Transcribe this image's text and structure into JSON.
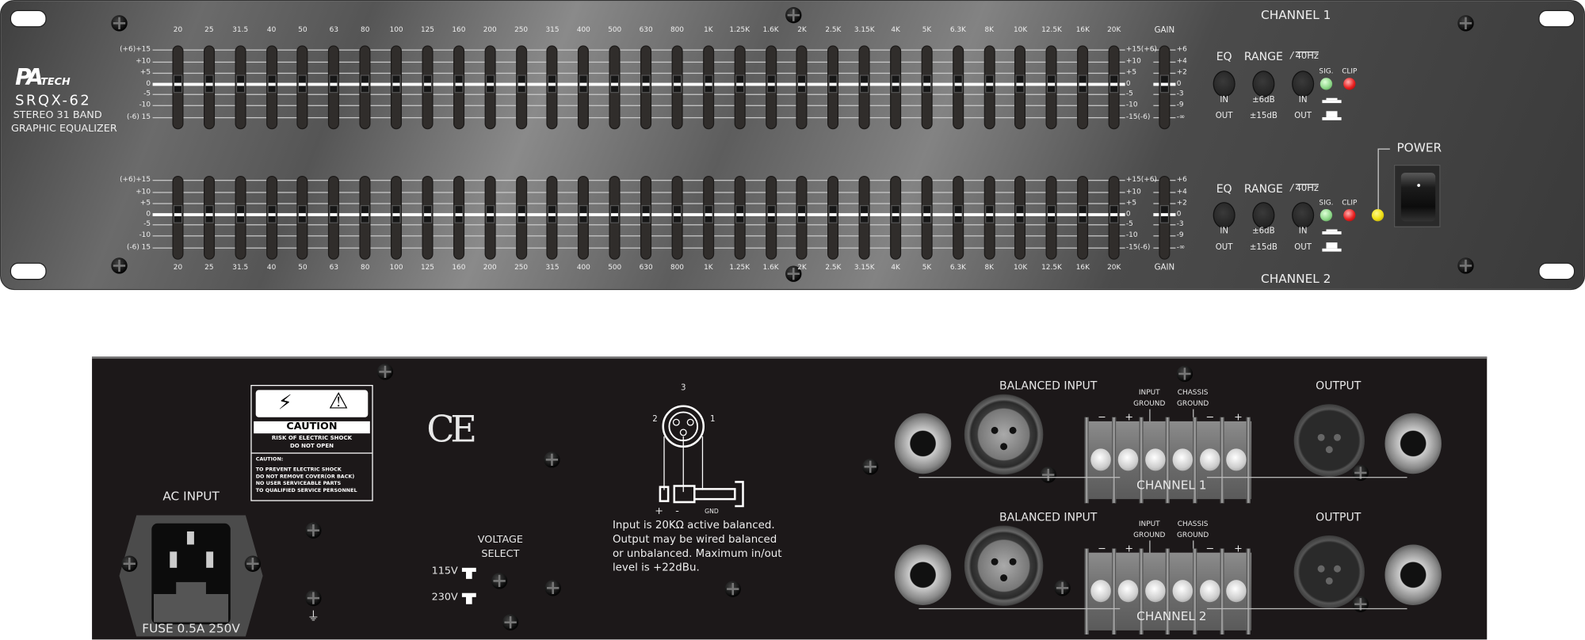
{
  "front": {
    "logo": {
      "main": "PA",
      "sub": "TECH"
    },
    "model": "SRQX-62",
    "description_line1": "STEREO 31 BAND",
    "description_line2": "GRAPHIC EQUALIZER",
    "frequencies": [
      "20",
      "25",
      "31.5",
      "40",
      "50",
      "63",
      "80",
      "100",
      "125",
      "160",
      "200",
      "250",
      "315",
      "400",
      "500",
      "630",
      "800",
      "1K",
      "1.25K",
      "1.6K",
      "2K",
      "2.5K",
      "3.15K",
      "4K",
      "5K",
      "6.3K",
      "8K",
      "10K",
      "12.5K",
      "16K",
      "20K"
    ],
    "scale_left": [
      "(+6)+15",
      "+10",
      "+5",
      "0",
      "-5",
      "-10",
      "(-6) 15"
    ],
    "scale_right": [
      "+15(+6)",
      "+10",
      "+5",
      "0",
      "-5",
      "-10",
      "-15(-6)"
    ],
    "gain_scale": [
      "+6",
      "+4",
      "+2",
      "0",
      "-3",
      "-9",
      "-∞"
    ],
    "gain_label": "GAIN",
    "controls": {
      "eq": "EQ",
      "range": "RANGE",
      "hp": "40Hz",
      "sig": "SIG.",
      "clip": "CLIP",
      "in": "IN",
      "out": "OUT",
      "range_low": "±6dB",
      "range_high": "±15dB"
    },
    "channels": [
      {
        "label": "CHANNEL 1",
        "band_values_db": [
          0,
          0,
          0,
          0,
          0,
          0,
          0,
          0,
          0,
          0,
          0,
          0,
          0,
          0,
          0,
          0,
          0,
          0,
          0,
          0,
          0,
          0,
          0,
          0,
          0,
          0,
          0,
          0,
          0,
          0,
          0
        ],
        "gain_db": 0
      },
      {
        "label": "CHANNEL 2",
        "band_values_db": [
          0,
          0,
          0,
          0,
          0,
          0,
          0,
          0,
          0,
          0,
          0,
          0,
          0,
          0,
          0,
          0,
          0,
          0,
          0,
          0,
          0,
          0,
          0,
          0,
          0,
          0,
          0,
          0,
          0,
          0,
          0
        ],
        "gain_db": 0
      }
    ],
    "power_label": "POWER",
    "colors": {
      "sig": "#8fd88a",
      "clip": "#e82020",
      "power_led": "#f2e21a"
    }
  },
  "rear": {
    "caution": {
      "title": "CAUTION",
      "line1": "RISK OF ELECTRIC SHOCK",
      "line2": "DO NOT OPEN",
      "sub_title": "CAUTION:",
      "lines": [
        "TO PREVENT ELECTRIC SHOCK",
        "DO NOT REMOVE COVER(OR BACK)",
        "NO USER SERVICEABLE PARTS",
        "TO QUALIFIED SERVICE PERSONNEL"
      ]
    },
    "ce_mark": "CE",
    "ac_input": "AC INPUT",
    "fuse": "FUSE 0.5A 250V",
    "voltage_select": [
      "VOLTAGE",
      "SELECT"
    ],
    "voltages": [
      "115V",
      "230V"
    ],
    "xlr_pins": [
      "3",
      "2",
      "1"
    ],
    "jack_labels": [
      "+",
      "-",
      "GND"
    ],
    "note_lines": [
      "Input is 20KΩ active balanced.",
      "Output may be wired balanced",
      "or unbalanced. Maximum in/out",
      "level is +22dBu."
    ],
    "channels": [
      {
        "label": "CHANNEL 1",
        "balanced_input": "BALANCED INPUT",
        "output": "OUTPUT",
        "input_ground": [
          "INPUT",
          "GROUND"
        ],
        "chassis_ground": [
          "CHASSIS",
          "GROUND"
        ],
        "polarity": [
          "−",
          "+",
          "−",
          "+"
        ]
      },
      {
        "label": "CHANNEL 2",
        "balanced_input": "BALANCED INPUT",
        "output": "OUTPUT",
        "input_ground": [
          "INPUT",
          "GROUND"
        ],
        "chassis_ground": [
          "CHASSIS",
          "GROUND"
        ],
        "polarity": [
          "−",
          "+",
          "−",
          "+"
        ]
      }
    ]
  }
}
